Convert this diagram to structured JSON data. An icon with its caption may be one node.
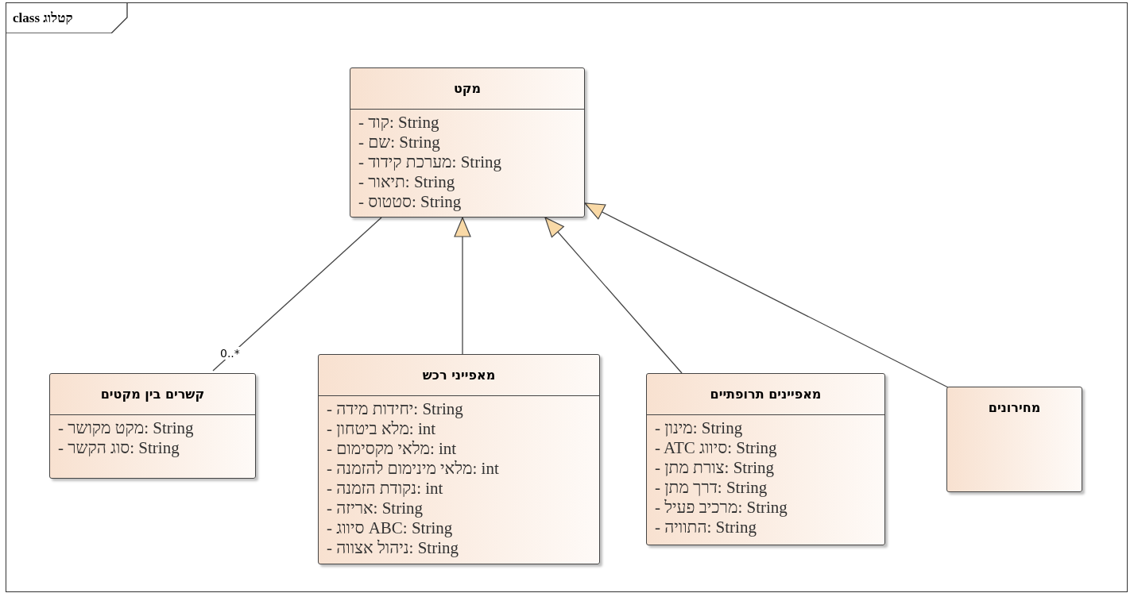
{
  "diagram": {
    "title": "class קטלוג",
    "nodes": [
      {
        "text": [
          "מקט",
          "- קוד: String",
          "- שם: String",
          "- מערכת קידוד: String",
          "- תיאור: String",
          "- סטטוס: String"
        ]
      },
      {
        "text": [
          "קשרים בין מקטים",
          "- מקט מקושר: String",
          "- סוג הקשר: String"
        ]
      },
      {
        "text": [
          "מאפייני רכש",
          "- יחידות מידה: String",
          "- מלא ביטחון: int",
          "- מלאי מקסימום: int",
          "- מלאי מינימום להזמנה: int",
          "- נקודת הזמנה: int",
          "- אריזה: String",
          "- סיווג ABC: String",
          "- ניהול אצווה: String"
        ]
      },
      {
        "text": [
          "מאפיינים תרופתיים",
          "- מינון: String",
          "- ATC סיווג: String",
          "- צורת מתן: String",
          "- דרך מתן: String",
          "- מרכיב פעיל: String",
          "- התוויה: String"
        ]
      },
      {
        "text": [
          "מחירונים"
        ]
      }
    ],
    "edges": [
      {
        "from": 0,
        "to": 1,
        "arrow": "none",
        "label": "0..*"
      },
      {
        "from": 2,
        "to": 0,
        "arrow": "to"
      },
      {
        "from": 3,
        "to": 0,
        "arrow": "to"
      },
      {
        "from": 4,
        "to": 0,
        "arrow": "to"
      }
    ]
  }
}
